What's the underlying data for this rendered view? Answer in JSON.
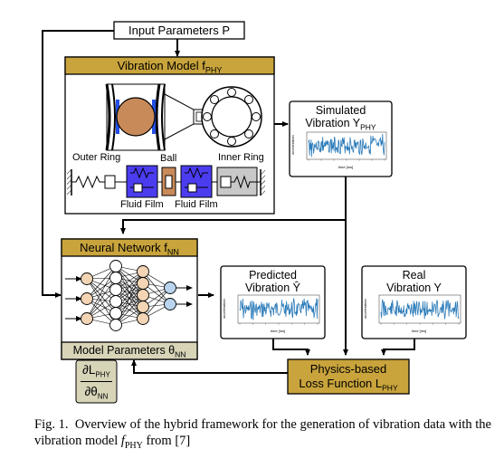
{
  "input": {
    "label": "Input Parameters P"
  },
  "vibration_model": {
    "title": "Vibration Model f",
    "title_sub": "PHY",
    "outer_ring": "Outer Ring",
    "ball": "Ball",
    "inner_ring": "Inner Ring",
    "fluid_film_left": "Fluid Film",
    "fluid_film_right": "Fluid Film"
  },
  "simulated": {
    "line1": "Simulated",
    "line2": "Vibration Y",
    "line2_sub": "PHY"
  },
  "neural_network": {
    "title": "Neural Network f",
    "title_sub": "NN",
    "params": "Model Parameters θ",
    "params_sub": "NN"
  },
  "gradient": {
    "num": "∂L",
    "num_sub": "PHY",
    "den": "∂θ",
    "den_sub": "NN"
  },
  "predicted": {
    "line1": "Predicted",
    "line2": "Vibration Ŷ"
  },
  "real": {
    "line1": "Real",
    "line2": "Vibration Y"
  },
  "loss": {
    "line1": "Physics-based",
    "line2": "Loss Function L",
    "line2_sub": "PHY"
  },
  "plot_text": {
    "ylabel": "acceleration",
    "xlabel": "time [ms]"
  },
  "caption": {
    "lead": "Fig. 1.",
    "text": "Overview of the hybrid framework for the generation of vibration data with the vibration model",
    "f": "f",
    "f_sub": "PHY",
    "tail": "from [7]"
  },
  "colors": {
    "gold": "#c9a43c",
    "signal": "#2b7bb9",
    "damper": "#4b3cf0",
    "ball": "#c98a5a",
    "node_orange": "#f3d5b5",
    "node_blue": "#b9d4ee"
  }
}
